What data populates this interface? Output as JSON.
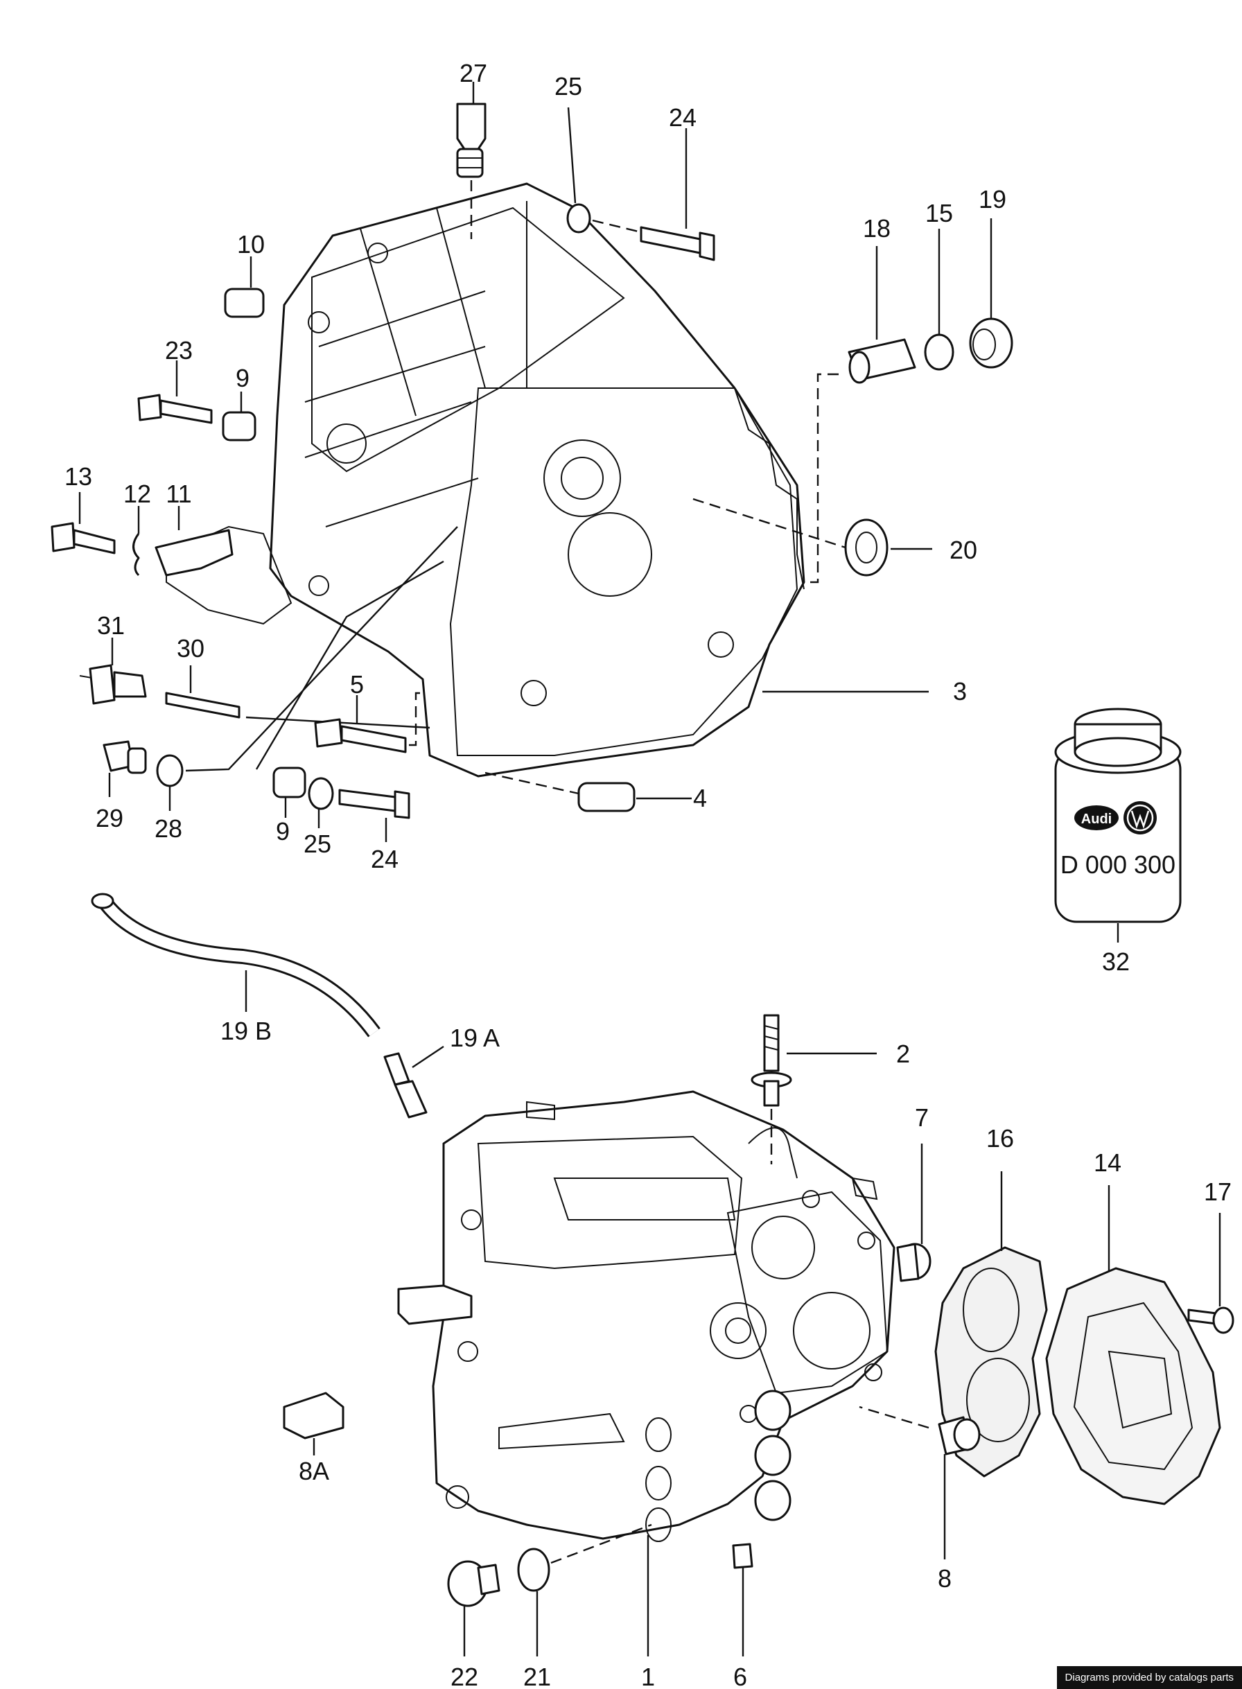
{
  "labels": [
    "27",
    "25",
    "24",
    "10",
    "18",
    "15",
    "19",
    "23",
    "9",
    "13",
    "12",
    "11",
    "20",
    "31",
    "30",
    "3",
    "5",
    "29",
    "28",
    "9",
    "25",
    "24",
    "4",
    "32",
    "19 B",
    "19 A",
    "2",
    "7",
    "16",
    "14",
    "17",
    "8A",
    "8",
    "22",
    "21",
    "1",
    "6"
  ],
  "bottle": {
    "brand_left": "Audi",
    "code": "D 000 300"
  },
  "credit": "Diagrams provided by catalogs parts"
}
